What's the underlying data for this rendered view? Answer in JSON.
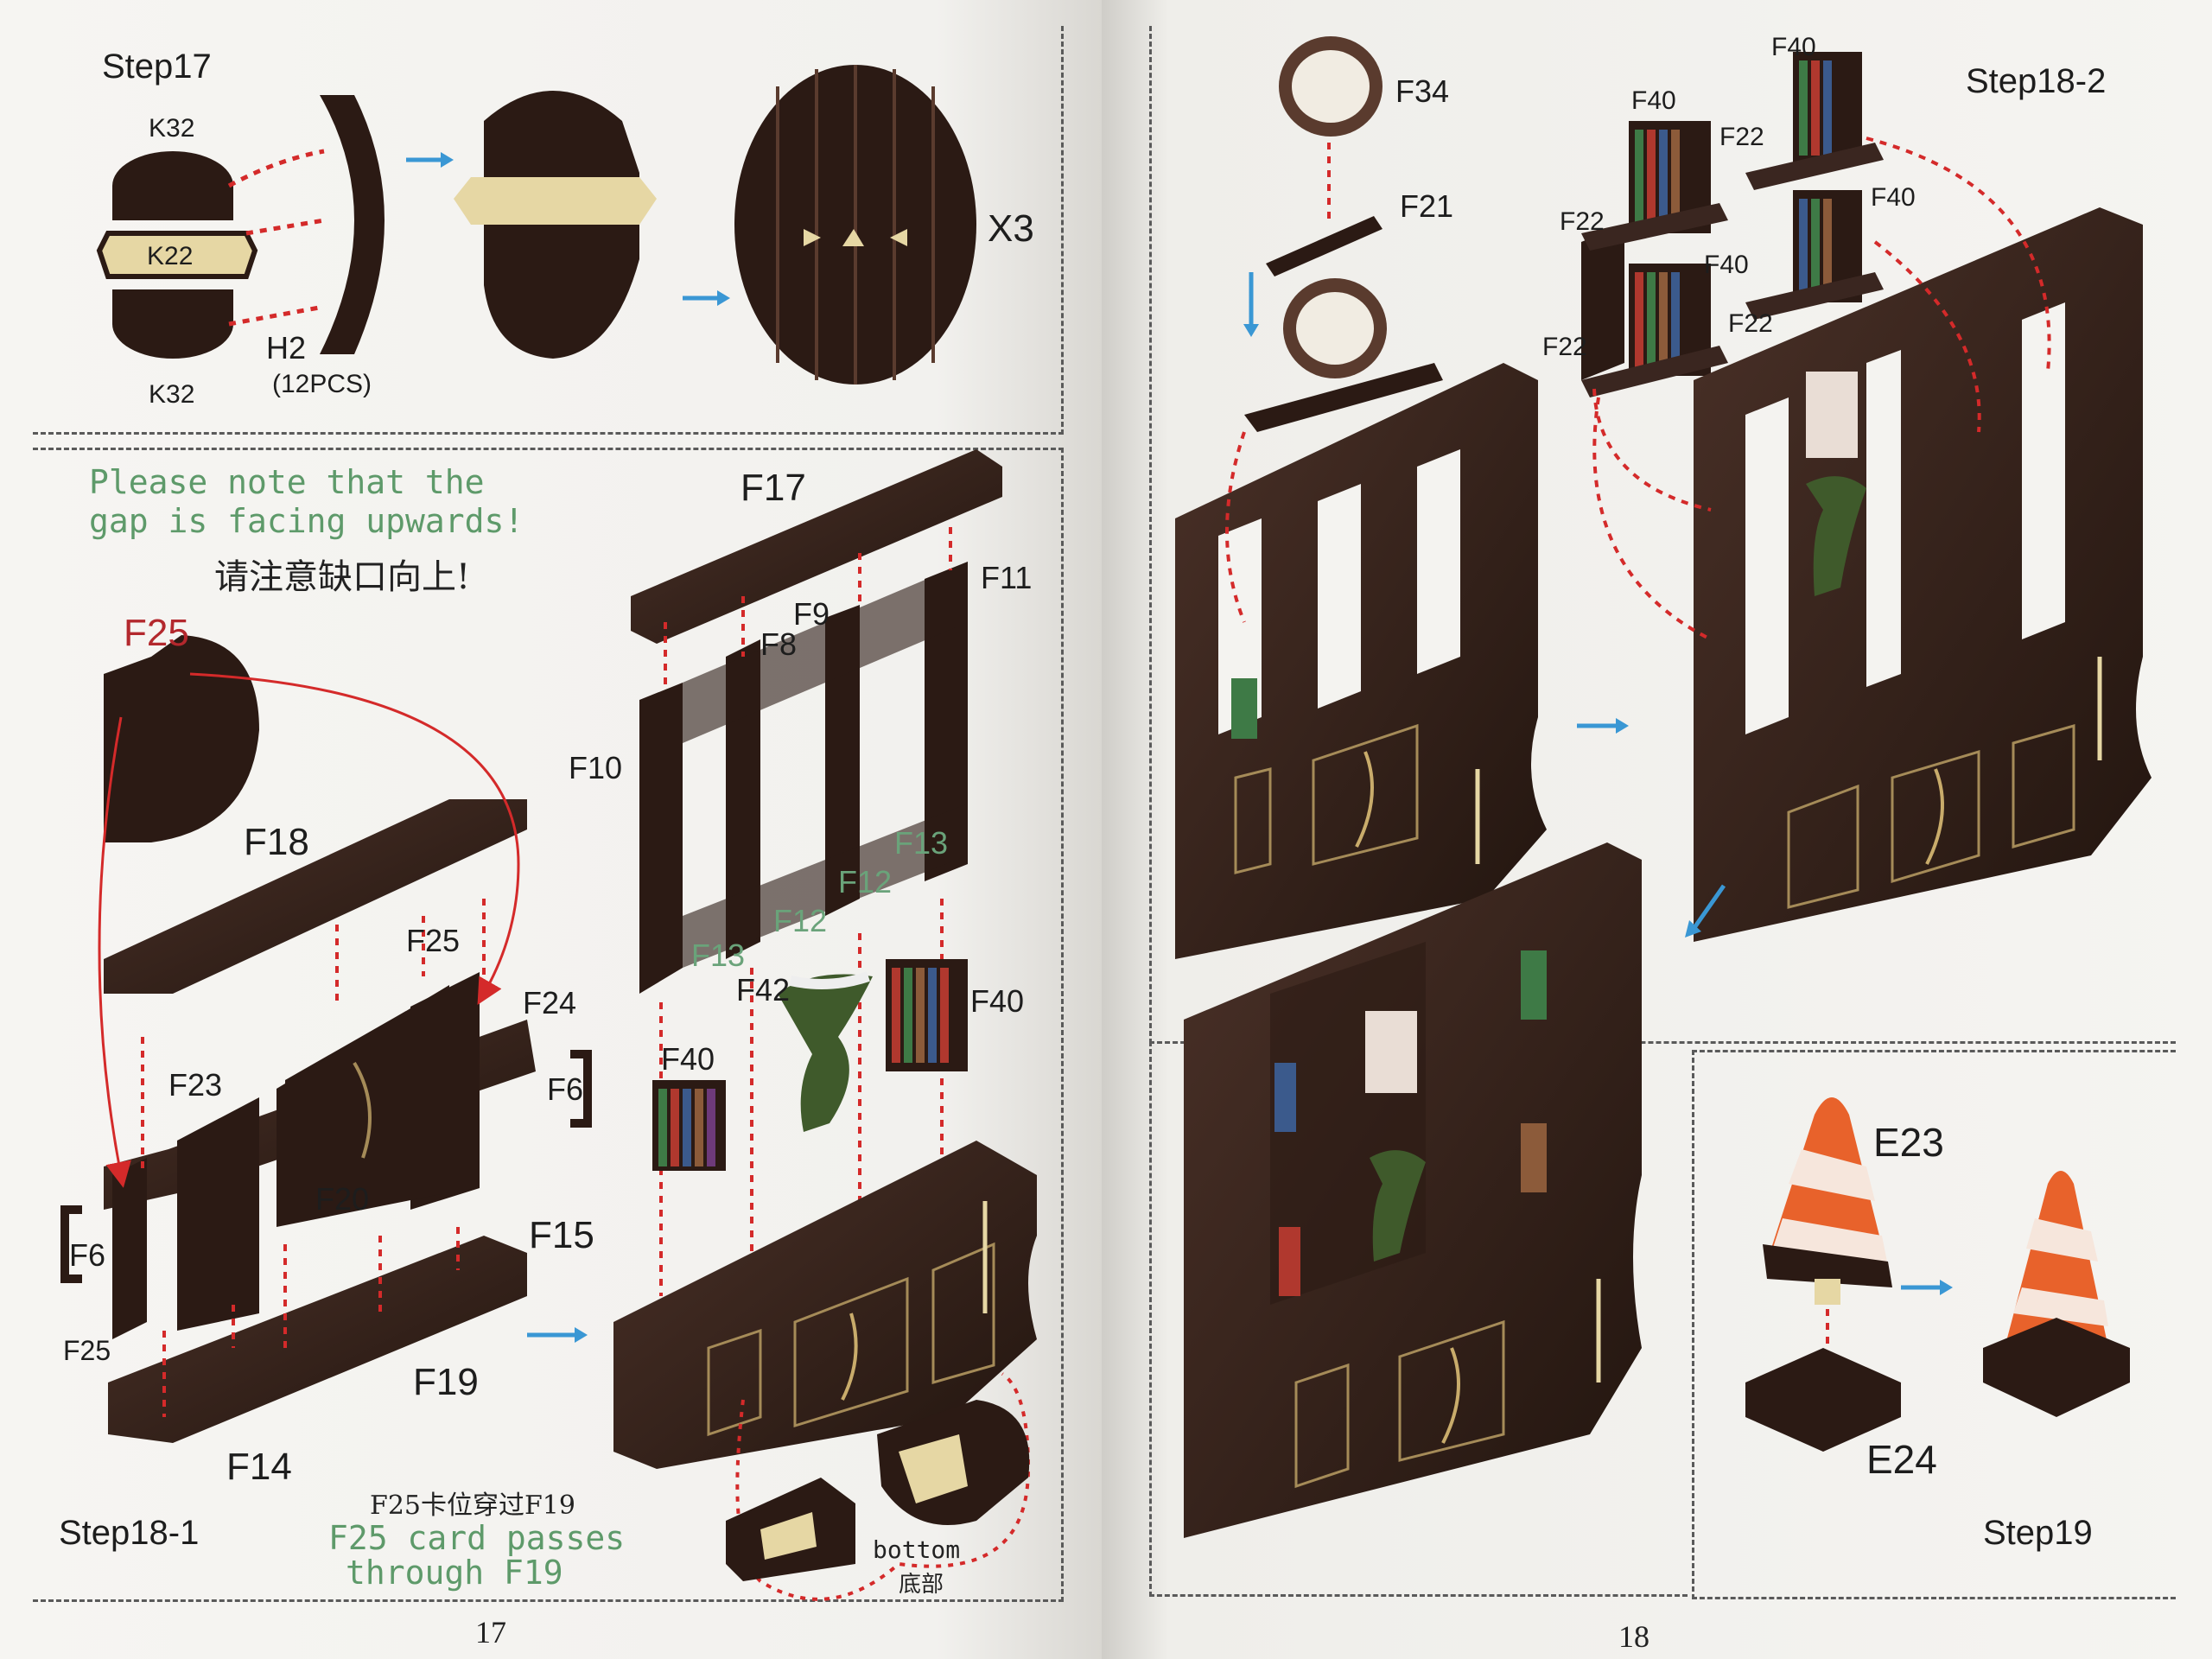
{
  "left_page": {
    "step17": {
      "title": "Step17",
      "parts": {
        "k32_top": "K32",
        "k22": "K22",
        "k32_bottom": "K32",
        "h2": "H2",
        "h2_qty": "(12PCS)",
        "multiplier": "X3"
      }
    },
    "step18_1": {
      "title": "Step18-1",
      "note_en": [
        "Please note that the",
        "gap is facing upwards!"
      ],
      "note_cn": "请注意缺口向上!",
      "parts": {
        "f25_red": "F25",
        "f18": "F18",
        "f25_mid": "F25",
        "f24": "F24",
        "f6_right": "F6",
        "f23": "F23",
        "f20": "F20",
        "f15": "F15",
        "f6_left": "F6",
        "f25_bottom": "F25",
        "f19": "F19",
        "f14": "F14",
        "f17": "F17",
        "f11": "F11",
        "f9": "F9",
        "f8": "F8",
        "f10": "F10",
        "f13_right": "F13",
        "f12_right": "F12",
        "f12_left": "F12",
        "f13_left": "F13",
        "f42": "F42",
        "f40_right": "F40",
        "f40_left": "F40"
      },
      "note2_cn": "F25卡位穿过F19",
      "note2_en": [
        "F25 card passes",
        "through F19"
      ],
      "bottom_en": "bottom",
      "bottom_cn": "底部"
    },
    "page_number": "17"
  },
  "right_page": {
    "step18_2": {
      "title": "Step18-2",
      "parts": {
        "f34": "F34",
        "f21": "F21",
        "f40_top": "F40",
        "f40_a": "F40",
        "f22_a": "F22",
        "f40_b": "F40",
        "f22_b": "F22",
        "f40_c": "F40",
        "f22_c": "F22",
        "f22_d": "F22"
      }
    },
    "step19": {
      "title": "Step19",
      "parts": {
        "e23": "E23",
        "e24": "E24"
      }
    },
    "page_number": "18"
  },
  "colors": {
    "wood": "#2e1d17",
    "wood_light": "#4a3128",
    "arrow_blue": "#3a97d4",
    "dash_red": "#d42a2a",
    "note_green": "#5e9a6a",
    "cone_orange": "#e8622b"
  }
}
